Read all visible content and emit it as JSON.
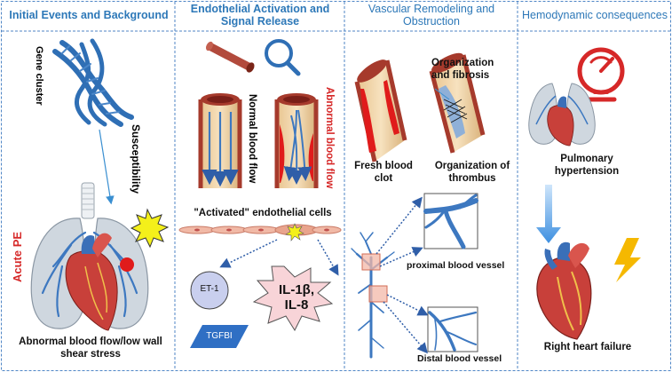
{
  "headers": {
    "col1": "Initial Events and Background",
    "col2_line1": "Endothelial Activation and",
    "col2_line2": "Signal Release",
    "col3_line1": "Vascular Remodeling and",
    "col3_line2": "Obstruction",
    "col4": "Hemodynamic consequences"
  },
  "col1": {
    "gene_cluster": "Gene cluster",
    "susceptibility": "Susceptibility",
    "acute_pe": "Acute PE",
    "caption_line1": "Abnormal blood flow/low wall",
    "caption_line2": "shear stress"
  },
  "col2": {
    "normal_flow": "Normal blood flow",
    "abnormal_flow": "Abnormal blood flow",
    "activated_cells": "\"Activated\" endothelial cells",
    "et1": "ET-1",
    "il_line1": "IL-1β,",
    "il_line2": "IL-8",
    "tgfbi": "TGFBI"
  },
  "col3": {
    "organization_line1": "Organization",
    "organization_line2": "and fibrosis",
    "fresh_line1": "Fresh blood",
    "fresh_line2": "clot",
    "thrombus_line1": "Organization of",
    "thrombus_line2": "thrombus",
    "proximal": "proximal blood vessel",
    "distal": "Distal blood vessel"
  },
  "col4": {
    "ph_line1": "Pulmonary",
    "ph_line2": "hypertension",
    "rhf": "Right heart failure"
  },
  "colors": {
    "header_text": "#2d78b8",
    "divider": "#4f86c6",
    "vessel_outer": "#a63a2c",
    "vessel_inner": "#f1d3a6",
    "clot": "#e01b1b",
    "accent_red": "#d62828"
  }
}
